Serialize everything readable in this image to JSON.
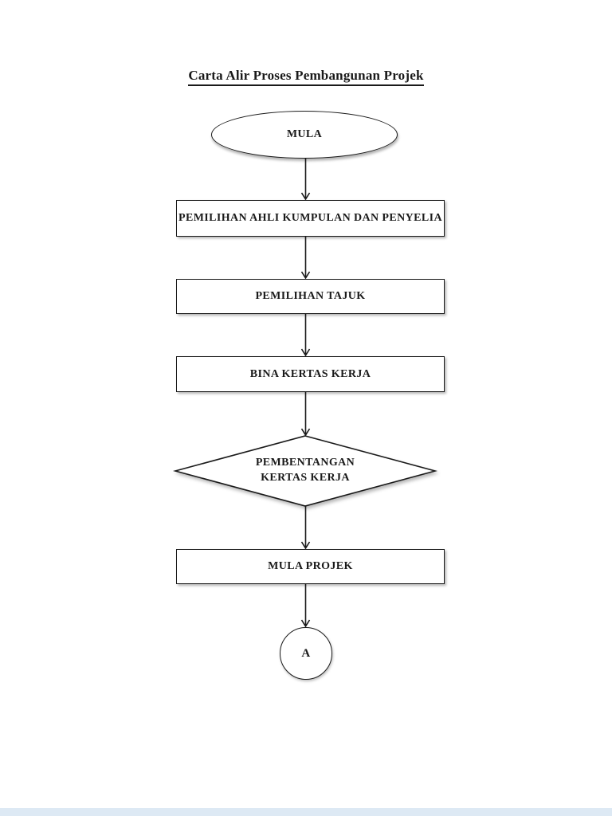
{
  "doc": {
    "title": "Carta Alir Proses Pembangunan Projek"
  },
  "flowchart": {
    "nodes": [
      {
        "id": "start",
        "type": "terminator-ellipse",
        "label": "MULA"
      },
      {
        "id": "step-1",
        "type": "process-rect",
        "label": "PEMILIHAN AHLI KUMPULAN DAN PENYELIA"
      },
      {
        "id": "step-2",
        "type": "process-rect",
        "label": "PEMILIHAN TAJUK"
      },
      {
        "id": "step-3",
        "type": "process-rect",
        "label": "BINA KERTAS KERJA"
      },
      {
        "id": "decision-1",
        "type": "decision-diamond",
        "label": "PEMBENTANGAN KERTAS KERJA",
        "lines": [
          "PEMBENTANGAN",
          "KERTAS KERJA"
        ]
      },
      {
        "id": "step-4",
        "type": "process-rect",
        "label": "MULA PROJEK"
      },
      {
        "id": "connector-a",
        "type": "connector-circle",
        "label": "A"
      }
    ]
  },
  "colors": {
    "ink": "#1a1a1a",
    "shape_fill": "#ffffff",
    "footer_bar": "#dde9f4"
  }
}
